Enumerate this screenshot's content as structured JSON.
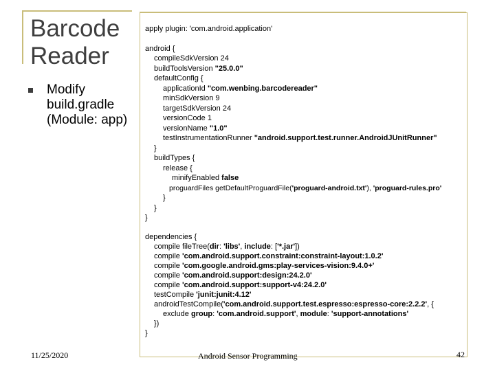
{
  "slide": {
    "title_line1": "Barcode",
    "title_line2": "Reader",
    "bullet": "Modify build.gradle (Module: app)"
  },
  "code": {
    "l1a": "apply ",
    "l1b": "plugin: 'com.android.application'",
    "l2": "android {",
    "l3": "compileSdkVersion 24",
    "l4a": "buildToolsVersion ",
    "l4b": "\"25.0.0\"",
    "l5": "defaultConfig {",
    "l6a": "applicationId ",
    "l6b": "\"com.wenbing.barcodereader\"",
    "l7": "minSdkVersion 9",
    "l8": "targetSdkVersion 24",
    "l9": "versionCode 1",
    "l10a": "versionName ",
    "l10b": "\"1.0\"",
    "l11a": "testInstrumentationRunner ",
    "l11b": "\"android.support.test.runner.AndroidJUnitRunner\"",
    "l12": "}",
    "l13": "buildTypes {",
    "l14": "release {",
    "l15a": "minifyEnabled ",
    "l15b": "false",
    "l16a": "proguardFiles getDefaultProguardFile(",
    "l16b": "'proguard-android.txt'",
    "l16c": "), ",
    "l16d": "'proguard-rules.pro'",
    "l17": "}",
    "l18": "}",
    "l19": "}",
    "l20": "dependencies {",
    "l21a": "compile fileTree(",
    "l21b": "dir",
    "l21c": ": ",
    "l21d": "'libs'",
    "l21e": ", ",
    "l21f": "include",
    "l21g": ": [",
    "l21h": "'*.jar'",
    "l21i": "])",
    "l22a": "compile ",
    "l22b": "'com.android.support.constraint:constraint-layout:1.0.2'",
    "l23a": "compile ",
    "l23b": "'com.google.android.gms:play-services-vision:9.4.0+'",
    "l24a": "compile ",
    "l24b": "'com.android.support:design:24.2.0'",
    "l25a": "compile ",
    "l25b": "'com.android.support:support-v4:24.2.0'",
    "l26a": "testCompile ",
    "l26b": "'junit:junit:4.12'",
    "l27a": "androidTestCompile(",
    "l27b": "'com.android.support.test.espresso:espresso-core:2.2.2'",
    "l27c": ", {",
    "l28a": "exclude ",
    "l28b": "group",
    "l28c": ": ",
    "l28d": "'com.android.support'",
    "l28e": ", ",
    "l28f": "module",
    "l28g": ": ",
    "l28h": "'support-annotations'",
    "l29": "})",
    "l30": "}"
  },
  "footer": {
    "date": "11/25/2020",
    "title": "Android Sensor Programming",
    "page": "42"
  },
  "colors": {
    "frame": "#c9bd7a",
    "title": "#3e3e3e"
  }
}
